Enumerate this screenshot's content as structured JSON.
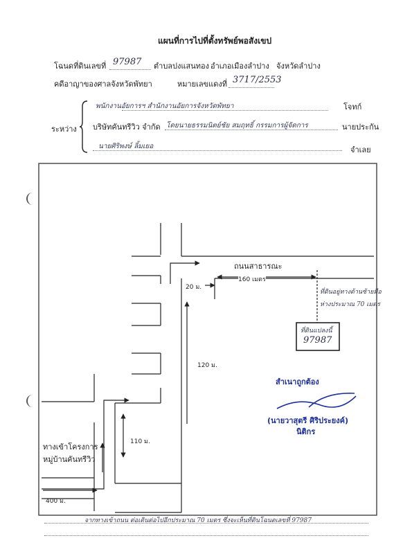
{
  "header": {
    "title": "แผนที่การไปที่ตั้งทรัพย์พอสังเขป",
    "deed_label": "โฉนดที่ดินเลขที่",
    "deed_no": "97987",
    "subdistrict": "ตำบลปงแสนทอง",
    "district": "อำเภอเมืองลำปาง",
    "province": "จังหวัดลำปาง",
    "court_label": "คดีอาญาของศาลจังหวัดพัทยา",
    "case_label": "หมายเลขแดงที่",
    "case_no": "3717/2553"
  },
  "parties": {
    "between_label": "ระหว่าง",
    "plaintiff": "พนักงานอัยการฯ สำนักงานอัยการจังหวัดพัทยา",
    "plaintiff_role": "โจทก์",
    "company_prefix": "บริษัทคันทรีวิว จำกัด",
    "company_detail": "โดยนายธรรมนิตย์ชัย สมฤทธิ์ กรรมการผู้จัดการ",
    "company_role": "นายประกัน",
    "defendant": "นายศิริพงษ์ ลิ้มเยอ",
    "defendant_role": "จำเลย"
  },
  "map": {
    "road_label": "ถนนสาธารณะ",
    "dist_20": "20 ม.",
    "dist_160": "160 เมตร",
    "dist_120": "120 ม.",
    "dist_110": "110 ม.",
    "dist_400": "400 ม.",
    "dist_70": "ห่างประมาณ 70 เมตร",
    "side_note": "ที่ดินอยู่ทางด้านซ้ายมือ",
    "entrance_line1": "ทางเข้าโครงการ",
    "entrance_line2": "หมู่บ้านคันทรีวิว",
    "plot_line1": "ที่ดินแปลงนี้",
    "plot_line2": "97987"
  },
  "certify": {
    "label": "สำเนาถูกต้อง",
    "name": "(นายวาสุตรี ศิริประยงค์)",
    "position": "นิติกร"
  },
  "footer": {
    "note": "จากทางเข้าถนน ต่อเดินต่อไปอีกประมาณ 70 เมตร ซึ่งจะเห็นที่ดินโฉนดเลขที่ 97987"
  }
}
